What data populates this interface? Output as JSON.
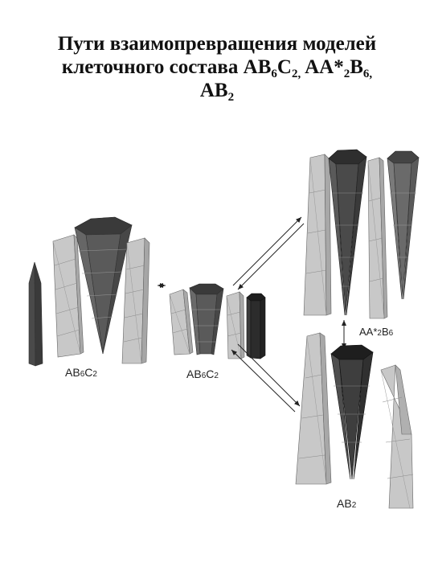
{
  "title": {
    "line1": "Пути взаимопревращения моделей",
    "line2_pre": "клеточного состава AB",
    "line2_sub1": "6",
    "line2_mid1": "C",
    "line2_sub2": "2,",
    "line2_mid2": " AA*",
    "line2_sub3": "2",
    "line2_mid3": "B",
    "line2_sub4": "6,",
    "line3_pre": "AB",
    "line3_sub": "2"
  },
  "labels": {
    "g1": {
      "a": "AB",
      "s1": "6",
      "b": "C",
      "s2": "2"
    },
    "g2": {
      "a": "AB",
      "s1": "6",
      "b": "C",
      "s2": "2"
    },
    "g3": {
      "a": "AA*",
      "s1": "2",
      "b": "B",
      "s2": "6"
    },
    "g4": {
      "a": "AB",
      "s1": "2"
    }
  },
  "colors": {
    "dark": "#444444",
    "medium": "#6e6e6e",
    "light": "#c4c4c4",
    "black": "#2a2a2a",
    "edge": "#555555"
  }
}
